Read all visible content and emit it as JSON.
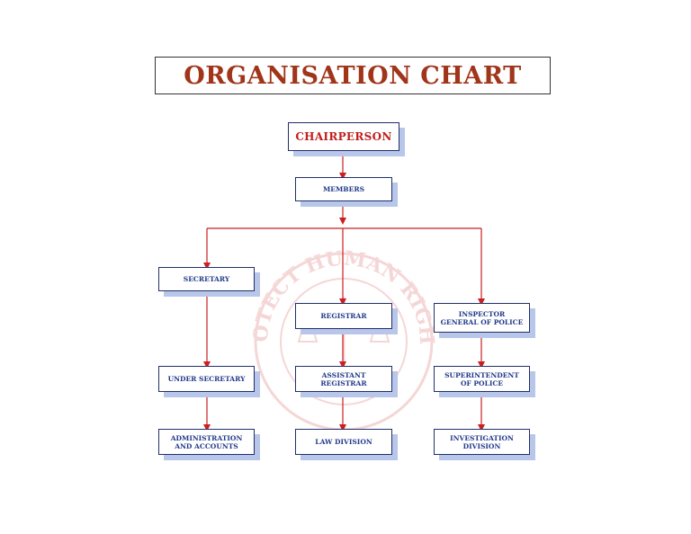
{
  "title": "ORGANISATION CHART",
  "watermark": {
    "text": "PROTECT HUMAN RIGHTS",
    "color": "#d23a3a"
  },
  "colors": {
    "title": "#a0351a",
    "connector": "#cc1f1f",
    "node_text": "#223a8a",
    "chair_text": "#c0201e",
    "shadow": "#b8c6ea"
  },
  "nodes": {
    "chairperson": "CHAIRPERSON",
    "members": "MEMBERS",
    "secretary": "SECRETARY",
    "registrar": "REGISTRAR",
    "igp": "INSPECTOR\nGENERAL OF POLICE",
    "under_secretary": "UNDER SECRETARY",
    "assistant_registrar": "ASSISTANT\nREGISTRAR",
    "superintendent": "SUPERINTENDENT\nOF POLICE",
    "admin_accounts": "ADMINISTRATION\nAND ACCOUNTS",
    "law_division": "LAW DIVISION",
    "investigation_division": "INVESTIGATION\nDIVISION"
  }
}
